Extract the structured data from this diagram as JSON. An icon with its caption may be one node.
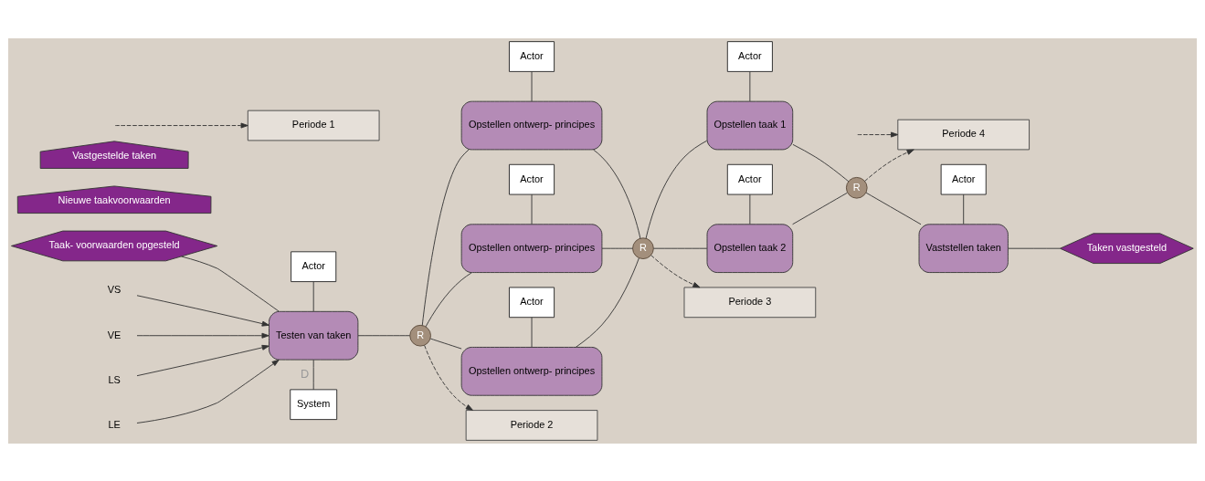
{
  "diagram": {
    "nodes": [
      {
        "text": [
          "Taak- voorwaarden opgesteld"
        ]
      },
      {
        "text": [
          "Nieuwe taakvoorwaarden"
        ]
      },
      {
        "text": [
          "VS"
        ]
      },
      {
        "text": [
          "Actor"
        ]
      },
      {
        "text": [
          "VE"
        ]
      },
      {
        "text": [
          "Testen van taken"
        ]
      },
      {
        "text": [
          "LS"
        ]
      },
      {
        "text": [
          "LE"
        ]
      },
      {
        "text": [
          "System"
        ]
      },
      {
        "text": [
          "R"
        ]
      },
      {
        "text": [
          "Actor"
        ]
      },
      {
        "text": [
          "Opstellen ontwerp- principes"
        ]
      },
      {
        "text": [
          "Actor"
        ]
      },
      {
        "text": [
          "Opstellen ontwerp- principes"
        ]
      },
      {
        "text": [
          "Actor"
        ]
      },
      {
        "text": [
          "Opstellen ontwerp- principes"
        ]
      },
      {
        "text": [
          "R"
        ]
      },
      {
        "text": [
          "Actor"
        ]
      },
      {
        "text": [
          "Opstellen taak 1"
        ]
      },
      {
        "text": [
          "Actor"
        ]
      },
      {
        "text": [
          "Opstellen taak 2"
        ]
      },
      {
        "text": [
          "R"
        ]
      },
      {
        "text": [
          "Actor"
        ]
      },
      {
        "text": [
          "Vaststellen taken"
        ]
      },
      {
        "text": [
          "Taken vastgesteld"
        ]
      },
      {
        "text": [
          "Vastgestelde taken"
        ]
      },
      {
        "text": [
          "Periode 1"
        ]
      },
      {
        "text": [
          "Periode 2"
        ]
      },
      {
        "text": [
          "Periode 3"
        ]
      },
      {
        "text": [
          "Periode 4"
        ]
      }
    ],
    "edges": [
      {
        "from": 0,
        "to": 5,
        "arrow": "none"
      },
      {
        "from": 3,
        "to": 5,
        "arrow": "none"
      },
      {
        "from": 2,
        "to": 5,
        "arrow": "to"
      },
      {
        "from": 4,
        "to": 5,
        "arrow": "to"
      },
      {
        "from": 6,
        "to": 5,
        "arrow": "to"
      },
      {
        "from": 7,
        "to": 5,
        "arrow": "to"
      },
      {
        "from": 5,
        "to": 8,
        "arrow": "none",
        "label": "D"
      },
      {
        "from": 5,
        "to": 9,
        "arrow": "none"
      },
      {
        "from": 9,
        "to": 11,
        "arrow": "none"
      },
      {
        "from": 9,
        "to": 13,
        "arrow": "none"
      },
      {
        "from": 9,
        "to": 15,
        "arrow": "none"
      },
      {
        "from": 10,
        "to": 11,
        "arrow": "none"
      },
      {
        "from": 12,
        "to": 13,
        "arrow": "none"
      },
      {
        "from": 14,
        "to": 15,
        "arrow": "none"
      },
      {
        "from": 11,
        "to": 16,
        "arrow": "none"
      },
      {
        "from": 13,
        "to": 16,
        "arrow": "none"
      },
      {
        "from": 15,
        "to": 16,
        "arrow": "none"
      },
      {
        "from": 16,
        "to": 18,
        "arrow": "none"
      },
      {
        "from": 16,
        "to": 20,
        "arrow": "none"
      },
      {
        "from": 17,
        "to": 18,
        "arrow": "none"
      },
      {
        "from": 19,
        "to": 20,
        "arrow": "none"
      },
      {
        "from": 18,
        "to": 21,
        "arrow": "none"
      },
      {
        "from": 20,
        "to": 21,
        "arrow": "none"
      },
      {
        "from": 21,
        "to": 23,
        "arrow": "none"
      },
      {
        "from": 22,
        "to": 23,
        "arrow": "none"
      },
      {
        "from": 23,
        "to": 24,
        "arrow": "none"
      },
      {
        "from": null,
        "to": 26,
        "arrow": "to",
        "style": "dashed"
      },
      {
        "from": 9,
        "to": 27,
        "arrow": "to",
        "style": "dashed"
      },
      {
        "from": 16,
        "to": 28,
        "arrow": "to",
        "style": "dashed"
      },
      {
        "from": 21,
        "to": 29,
        "arrow": "to",
        "style": "dashed"
      },
      {
        "from": null,
        "to": 29,
        "arrow": "to",
        "style": "dashed"
      }
    ]
  }
}
